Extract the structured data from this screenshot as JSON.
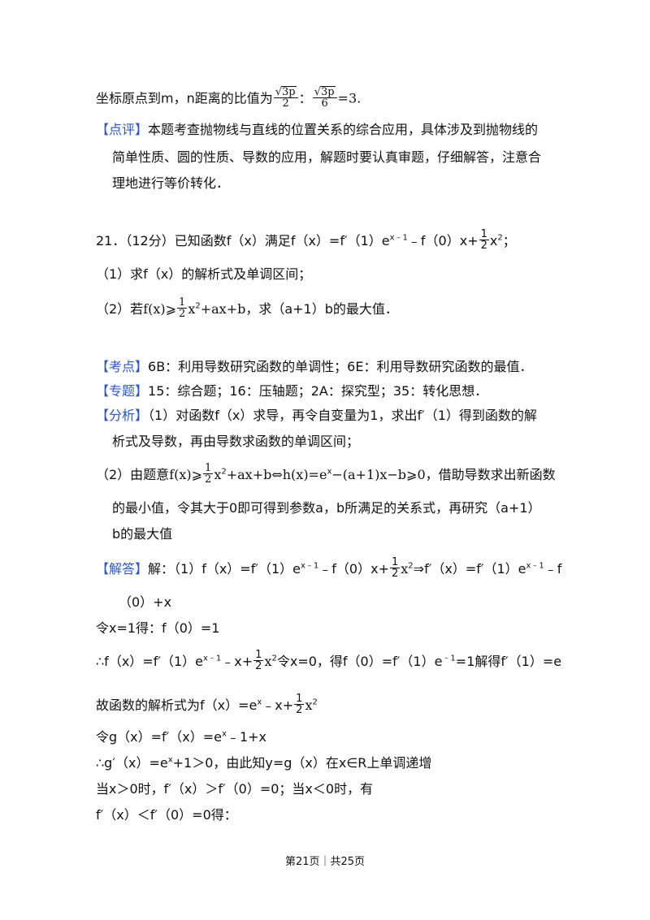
{
  "page": {
    "p1_a": "坐标原点到m，n距离的比值为",
    "p1_f1_rad": "3p",
    "p1_f1_den": "2",
    "p1_b": "：",
    "p1_f2_rad": "3p",
    "p1_f2_den": "6",
    "p1_c": "=3.",
    "comment_tag": "【点评】",
    "comment_l1": "本题考查抛物线与直线的位置关系的综合应用，具体涉及到抛物线的",
    "comment_l2": "简单性质、圆的性质、导数的应用，解题时要认真审题，仔细解答，注意合",
    "comment_l3": "理地进行等价转化．",
    "q21_a": "21．（12分）已知函数f（x）满足f（x）=f′（1）e",
    "q21_sup": "x﹣1",
    "q21_b": "﹣f（0）x+",
    "q21_fn": "1",
    "q21_fd": "2",
    "q21_c": "x",
    "q21_sup2": "2",
    "q21_d": "；",
    "q21_p1": "（1）求f（x）的解析式及单调区间；",
    "q21_p2_a": "（2）若",
    "q21_p2_m1": "f(x)⩾",
    "q21_p2_fn": "1",
    "q21_p2_fd": "2",
    "q21_p2_m2": "x",
    "q21_p2_sup": "2",
    "q21_p2_m3": "+ax+b",
    "q21_p2_b": "，求（a+1）b的最大值．",
    "kd_tag": "【考点】",
    "kd_text": "6B：利用导数研究函数的单调性；6E：利用导数研究函数的最值．",
    "zt_tag": "【专题】",
    "zt_text": "15：综合题；16：压轴题；2A：探究型；35：转化思想．",
    "fx_tag": "【分析】",
    "fx_l1": "（1）对函数f（x）求导，再令自变量为1，求出f′（1）得到函数的解",
    "fx_l2": "析式及导数，再由导数求函数的单调区间；",
    "fx_l3_a": "（2）由题意",
    "fx_l3_m1": "f(x)⩾",
    "fx_l3_fn": "1",
    "fx_l3_fd": "2",
    "fx_l3_m2": "x",
    "fx_l3_sup": "2",
    "fx_l3_m3": "+ax+b⇔h(x)=e",
    "fx_l3_sup2": "x",
    "fx_l3_m4": "−(a+1)x−b⩾0",
    "fx_l3_b": "，借助导数求出新函数",
    "fx_l4": "的最小值，令其大于0即可得到参数a，b所满足的关系式，再研究（a+1）",
    "fx_l5": "b的最大值",
    "jd_tag": "【解答】",
    "jd_l1_a": "解：（1）f（x）=f′（1）e",
    "jd_l1_sup": "x﹣1",
    "jd_l1_b": "﹣f（0）x+",
    "jd_l1_fn": "1",
    "jd_l1_fd": "2",
    "jd_l1_c": "x",
    "jd_l1_sup2": "2",
    "jd_l1_d": "⇒f′（x）=f′（1）e",
    "jd_l1_sup3": "x﹣1",
    "jd_l1_e": "﹣f",
    "jd_l2": "（0）+x",
    "jd_l3": "令x=1得：f（0）=1",
    "jd_l4_a": "∴f（x）=f′（1）e",
    "jd_l4_sup": "x﹣1",
    "jd_l4_b": "﹣x+",
    "jd_l4_fn": "1",
    "jd_l4_fd": "2",
    "jd_l4_c": "x",
    "jd_l4_sup2": "2",
    "jd_l4_d": "令x=0，得f（0）=f′（1）e",
    "jd_l4_sup3": "﹣1",
    "jd_l4_e": "=1解得f′（1）=e",
    "jd_l5_a": "故函数的解析式为f（x）=e",
    "jd_l5_sup": "x",
    "jd_l5_b": "﹣x+",
    "jd_l5_fn": "1",
    "jd_l5_fd": "2",
    "jd_l5_c": "x",
    "jd_l5_sup2": "2",
    "jd_l6_a": "令g（x）=f′（x）=e",
    "jd_l6_sup": "x",
    "jd_l6_b": "﹣1+x",
    "jd_l7_a": "∴g′（x）=e",
    "jd_l7_sup": "x",
    "jd_l7_b": "+1＞0，由此知y=g（x）在x∈R上单调递增",
    "jd_l8": "当x＞0时，f′（x）＞f′（0）=0；当x＜0时，有",
    "jd_l9": "f′（x）＜f′（0）=0得：",
    "footer": "第21页｜共25页"
  }
}
